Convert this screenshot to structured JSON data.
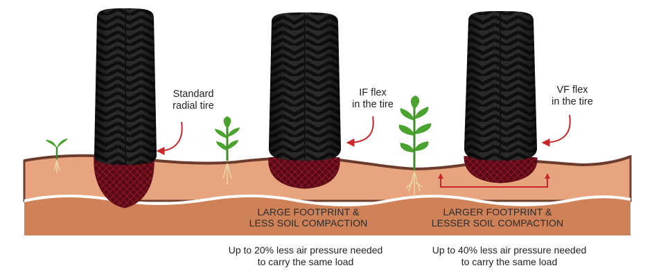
{
  "tires": [
    {
      "label_lines": [
        "Standard",
        "radial tire"
      ]
    },
    {
      "label_lines": [
        "IF flex",
        "in the tire"
      ]
    },
    {
      "label_lines": [
        "VF flex",
        "in the tire"
      ]
    }
  ],
  "bands": [
    {
      "lines": [
        "LARGE FOOTPRINT &",
        "LESS SOIL COMPACTION"
      ]
    },
    {
      "lines": [
        "LARGER FOOTPRINT &",
        "LESSER SOIL COMPACTION"
      ]
    }
  ],
  "notes": [
    {
      "lines": [
        "Up to 20% less air pressure needed",
        "to carry the same load"
      ]
    },
    {
      "lines": [
        "Up to 40% less air pressure needed",
        "to carry the same load"
      ]
    }
  ],
  "colors": {
    "soil_top": "#e6a07a",
    "soil_deep": "#cf7f55",
    "soil_edge": "#7a4a36",
    "compaction": "#7a1020",
    "arrow": "#c8282c",
    "tire": "#232323"
  }
}
